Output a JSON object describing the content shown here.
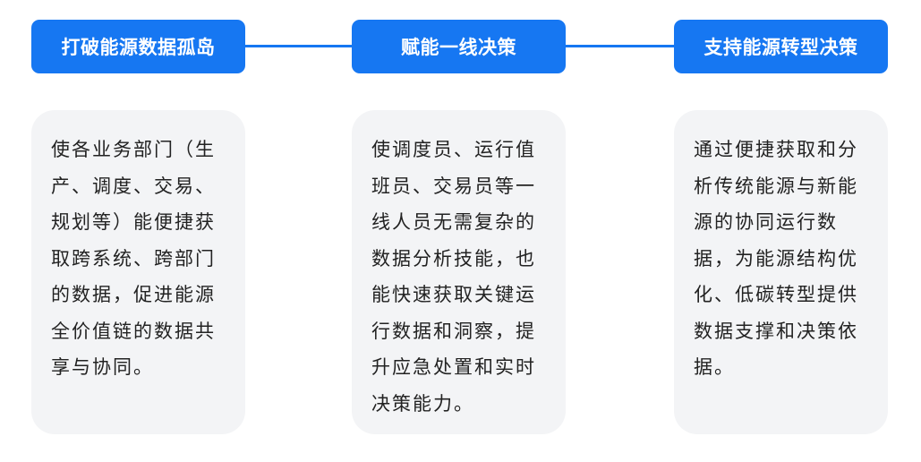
{
  "colors": {
    "accent": "#1677f2",
    "card_background": "#f3f4f6",
    "text": "#222222"
  },
  "columns": [
    {
      "title": "打破能源数据孤岛",
      "body": "使各业务部门（生产、调度、交易、规划等）能便捷获取跨系统、跨部门的数据，促进能源全价值链的数据共享与协同。"
    },
    {
      "title": "赋能一线决策",
      "body": "使调度员、运行值班员、交易员等一线人员无需复杂的数据分析技能，也能快速获取关键运行数据和洞察，提升应急处置和实时决策能力。"
    },
    {
      "title": "支持能源转型决策",
      "body": "通过便捷获取和分析传统能源与新能源的协同运行数据，为能源结构优化、低碳转型提供数据支撑和决策依据。"
    }
  ]
}
